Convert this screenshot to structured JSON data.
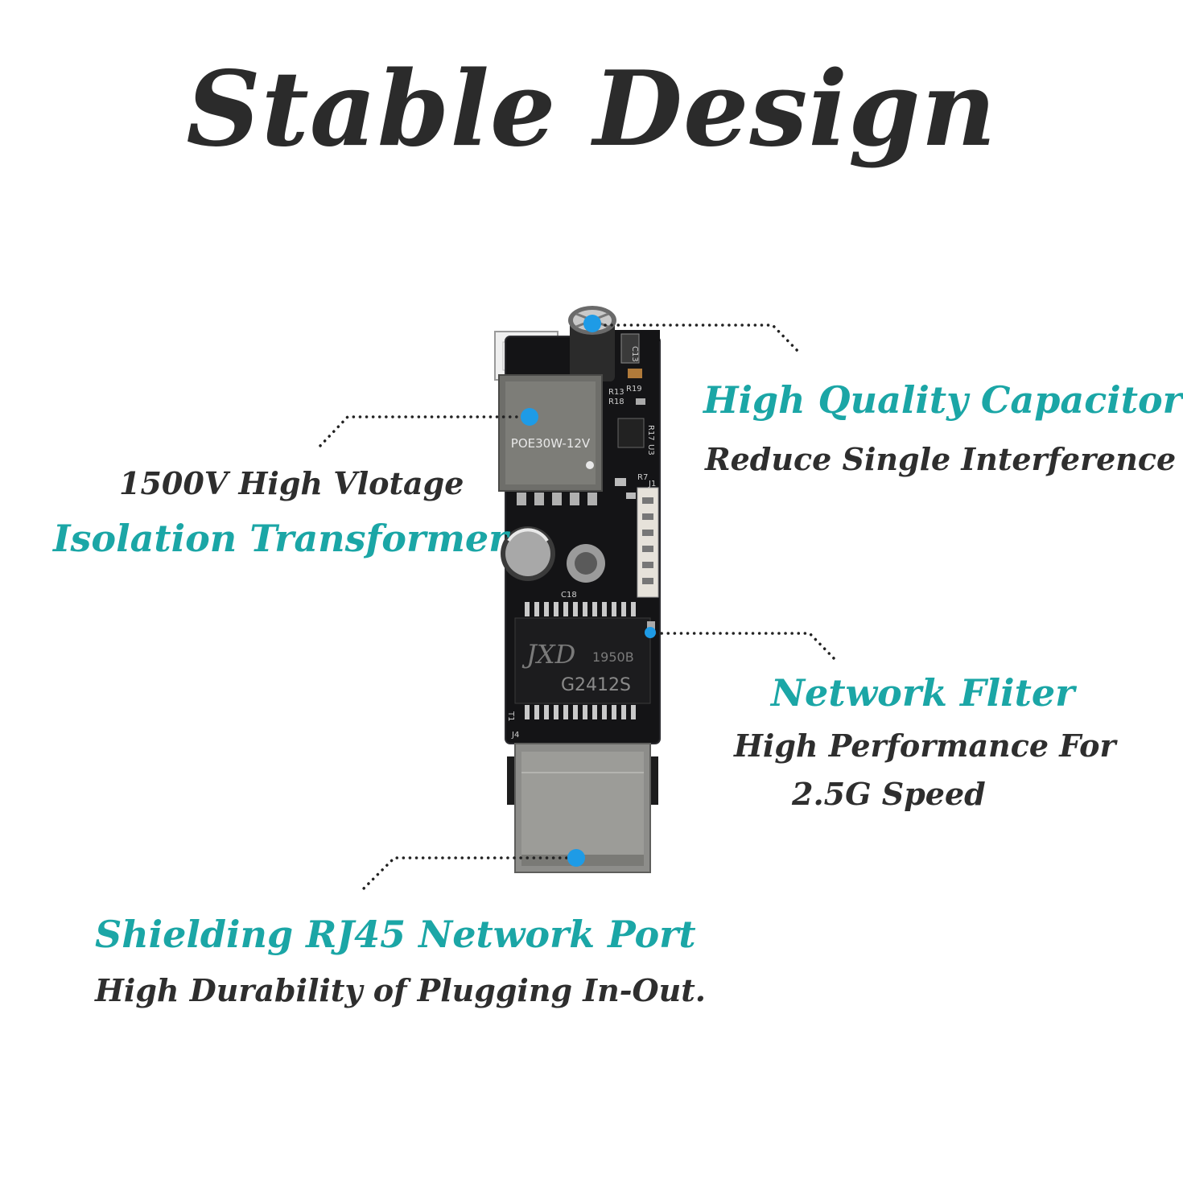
{
  "title": "Stable Design",
  "colors": {
    "accent": "#1ba6a6",
    "dot": "#1e9be6",
    "text": "#2e2e2e",
    "board": "#141416"
  },
  "callouts": {
    "capacitor": {
      "title": "High Quality Capacitor",
      "desc": "Reduce Single Interference"
    },
    "transformer": {
      "line1": "1500V High Vlotage",
      "line2": "Isolation Transformer"
    },
    "filter": {
      "title": "Network Fliter",
      "desc1": "High Performance For",
      "desc2": "2.5G Speed"
    },
    "port": {
      "title": "Shielding RJ45 Network Port",
      "desc": "High Durability of Plugging In-Out."
    }
  },
  "board": {
    "transformer_marking": "POE30W-12V",
    "chip_brand": "JXD",
    "chip_code": "1950B",
    "chip_model": "G2412S",
    "silk": {
      "c13": "C13",
      "c18": "C18",
      "r17": "R17",
      "u3": "U3",
      "r7": "R7",
      "t1": "T1",
      "r18": "R18",
      "r19": "R19",
      "r13": "R13",
      "j1": "J1",
      "j4": "J4"
    }
  }
}
